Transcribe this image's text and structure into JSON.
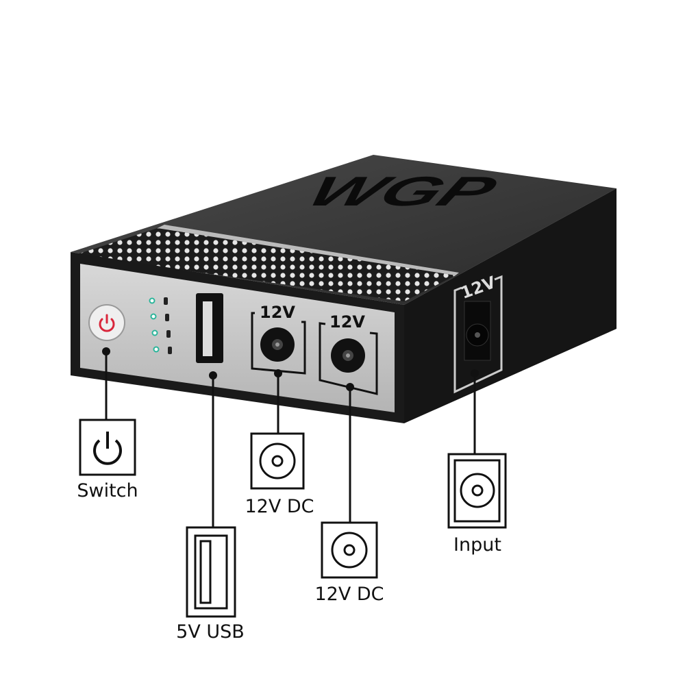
{
  "device": {
    "brand_logo": "WGP",
    "port_marks": {
      "dc1": "12V",
      "dc2": "12V",
      "input": "12V"
    },
    "led_count": 4
  },
  "labels": {
    "switch": "Switch",
    "usb": "5V USB",
    "dc1": "12V DC",
    "dc2": "12V DC",
    "input": "Input"
  },
  "colors": {
    "body": "#1a1a1a",
    "panel": "#c8c8c8",
    "power_accent": "#d9263b",
    "led": "#2bb59a"
  }
}
